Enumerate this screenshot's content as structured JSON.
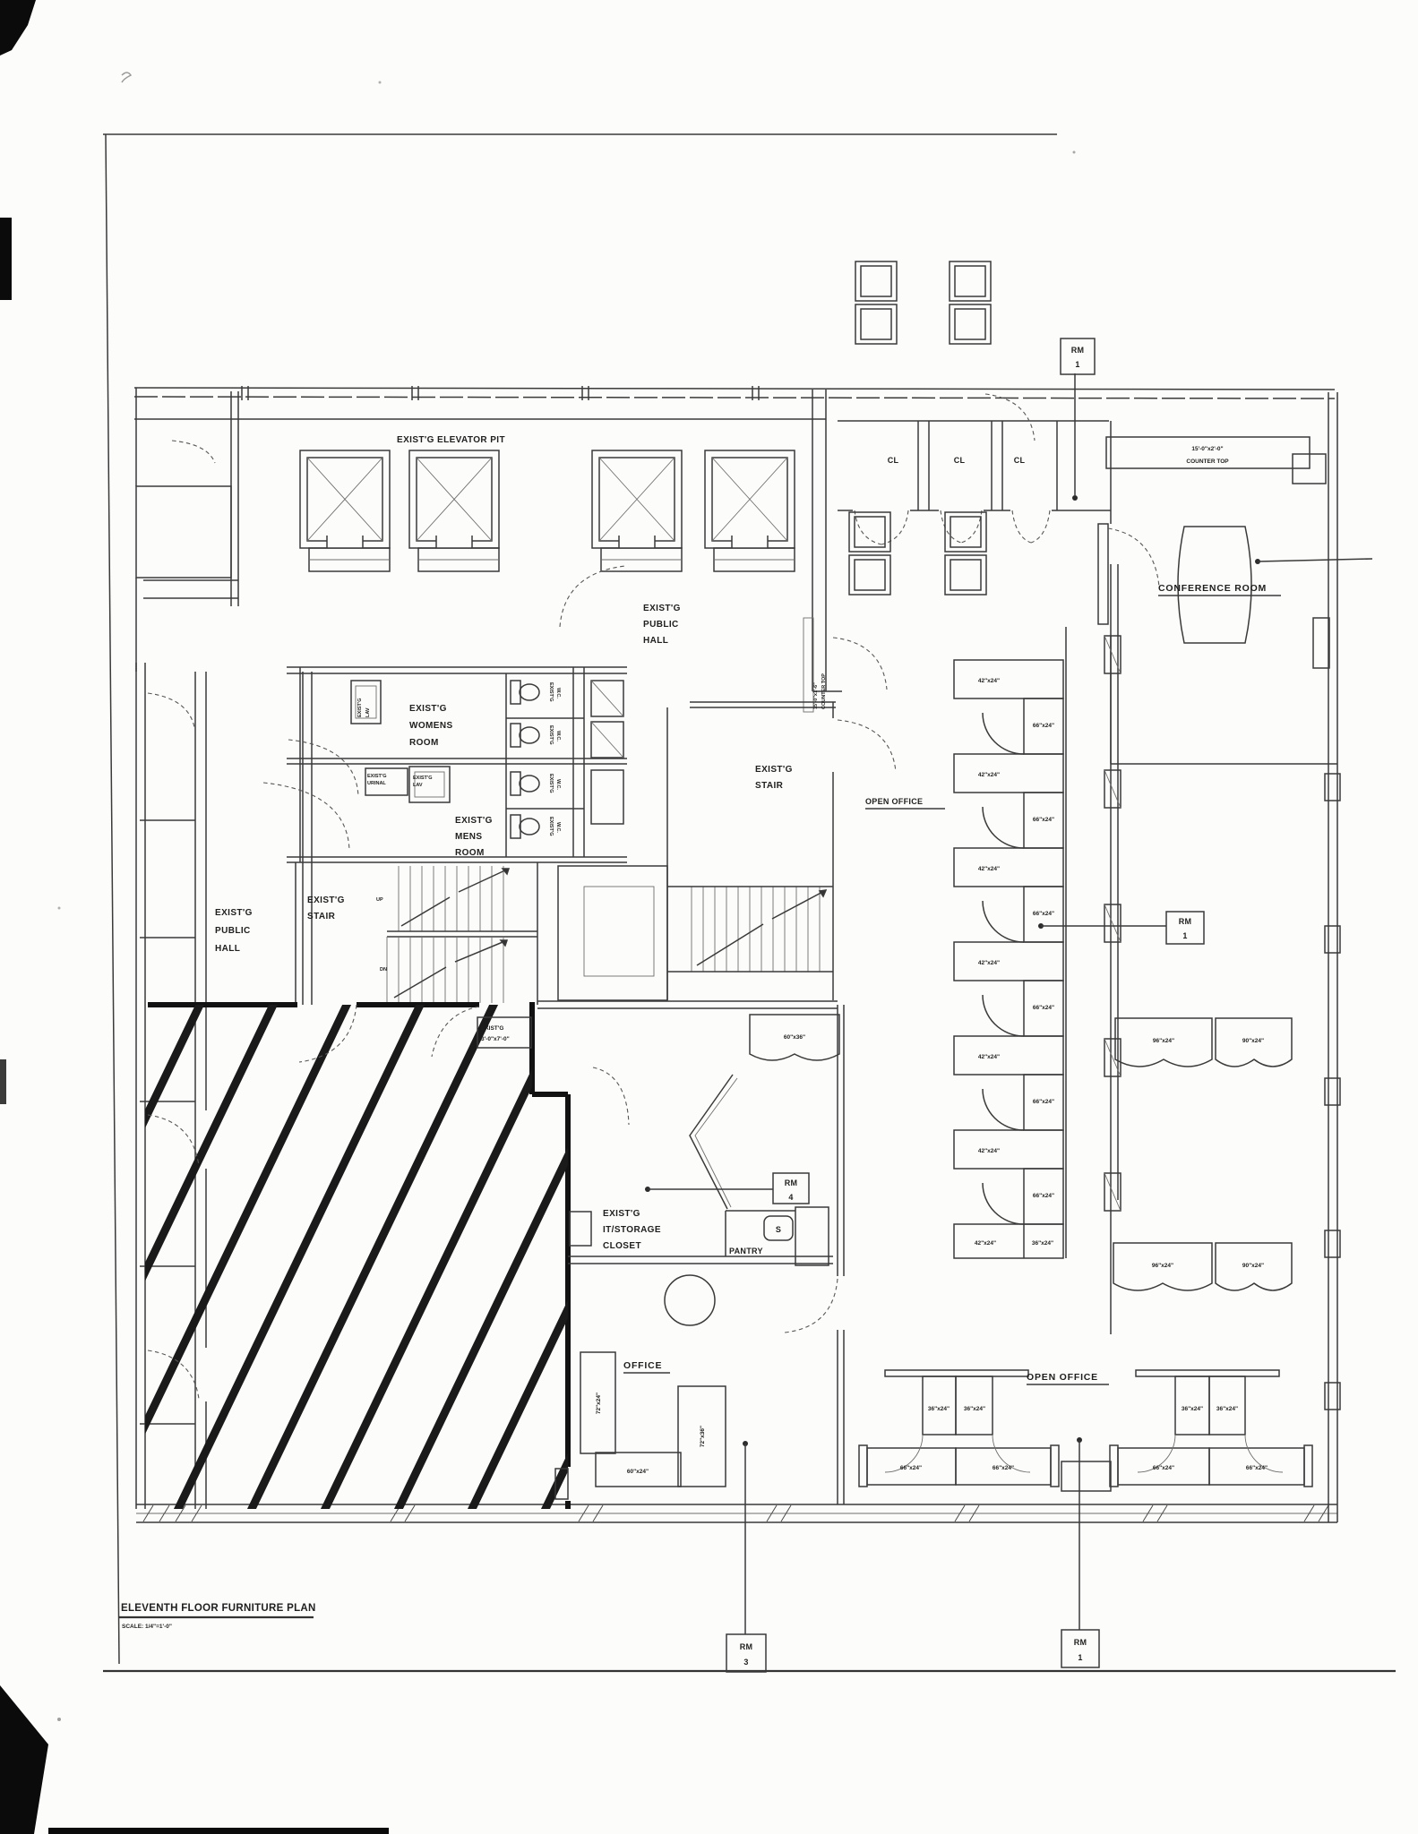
{
  "title_block": {
    "title": "ELEVENTH FLOOR FURNITURE PLAN",
    "scale": "SCALE: 1/4\"=1'-0\""
  },
  "labels": {
    "elevator_pit": "EXIST'G ELEVATOR PIT",
    "public_hall": [
      "EXIST'G",
      "PUBLIC",
      "HALL"
    ],
    "womens_room": [
      "EXIST'G",
      "WOMENS",
      "ROOM"
    ],
    "mens_room": [
      "EXIST'G",
      "MENS",
      "ROOM"
    ],
    "stair": [
      "EXIST'G",
      "STAIR"
    ],
    "lav": [
      "EXIST'G",
      "LAV"
    ],
    "urinal": [
      "EXIST'G",
      "URINAL"
    ],
    "wc": [
      "EXIST'G",
      "W.C."
    ],
    "it_storage": [
      "EXIST'G",
      "IT/STORAGE",
      "CLOSET"
    ],
    "door_3070": [
      "EXIST'G",
      "3'-0\"x7'-0\""
    ],
    "pantry": "PANTRY",
    "office": "OFFICE",
    "open_office": "OPEN OFFICE",
    "conference_room": "CONFERENCE ROOM",
    "counter_top": [
      "15'-0\"x2'-0\"",
      "COUNTER TOP"
    ],
    "side_counter": [
      "15'-0\"x1'-6\"",
      "COUNTER TOP"
    ],
    "cl": "CL",
    "up": "UP",
    "dn": "DN"
  },
  "tags": {
    "rm1": [
      "RM",
      "1"
    ],
    "rm3": [
      "RM",
      "3"
    ],
    "rm4": [
      "RM",
      "4"
    ],
    "sink": "S"
  },
  "dimensions": {
    "d42x24": "42\"x24\"",
    "d66x24": "66\"x24\"",
    "d36x24": "36\"x24\"",
    "d72x24": "72\"x24\"",
    "d72x36": "72\"x36\"",
    "d60x24": "60\"x24\"",
    "d60x36": "60\"x36\"",
    "d96x24": "96\"x24\"",
    "d90x24": "90\"x24\""
  }
}
